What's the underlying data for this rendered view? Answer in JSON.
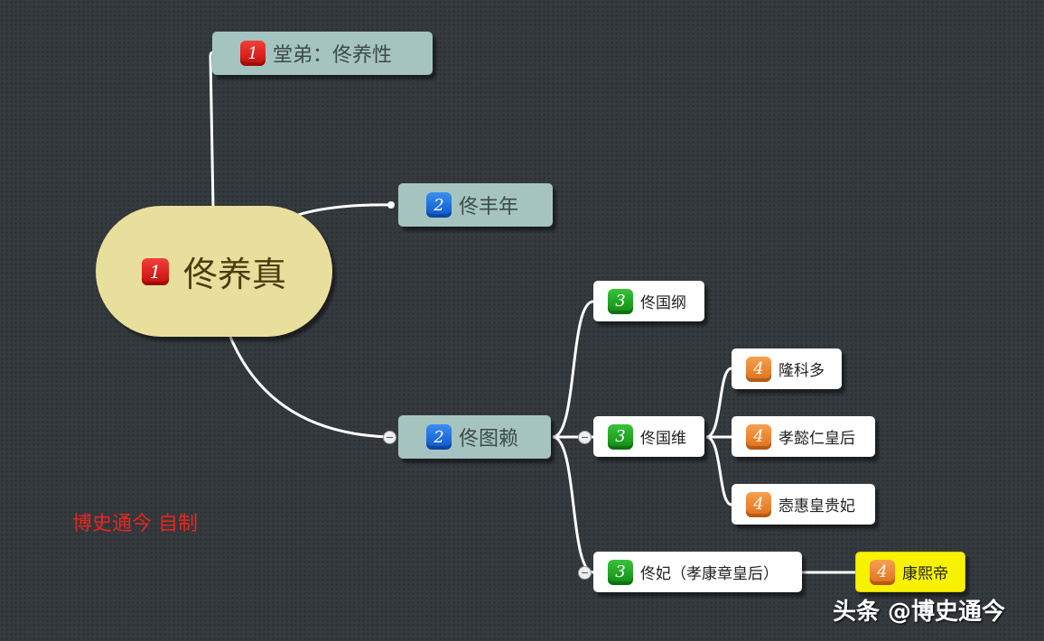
{
  "root": {
    "badge": "1",
    "label": "佟养真"
  },
  "branches": [
    {
      "badge": "1",
      "label": "堂弟：佟养性"
    },
    {
      "badge": "2",
      "label": "佟丰年"
    },
    {
      "badge": "2",
      "label": "佟图赖"
    }
  ],
  "children": [
    {
      "badge": "3",
      "label": "佟国纲"
    },
    {
      "badge": "3",
      "label": "佟国维"
    },
    {
      "badge": "3",
      "label": "佟妃（孝康章皇后）"
    }
  ],
  "grandchildren": [
    {
      "badge": "4",
      "label": "隆科多"
    },
    {
      "badge": "4",
      "label": "孝懿仁皇后"
    },
    {
      "badge": "4",
      "label": "悫惠皇贵妃"
    },
    {
      "badge": "4",
      "label": "康熙帝"
    }
  ],
  "credit": "博史通今 自制",
  "watermark": "头条 @博史通今",
  "colors": {
    "root": "#e9df9c",
    "branch": "#a5c4bf",
    "highlight": "#f8f200",
    "credit": "#e8261f"
  }
}
